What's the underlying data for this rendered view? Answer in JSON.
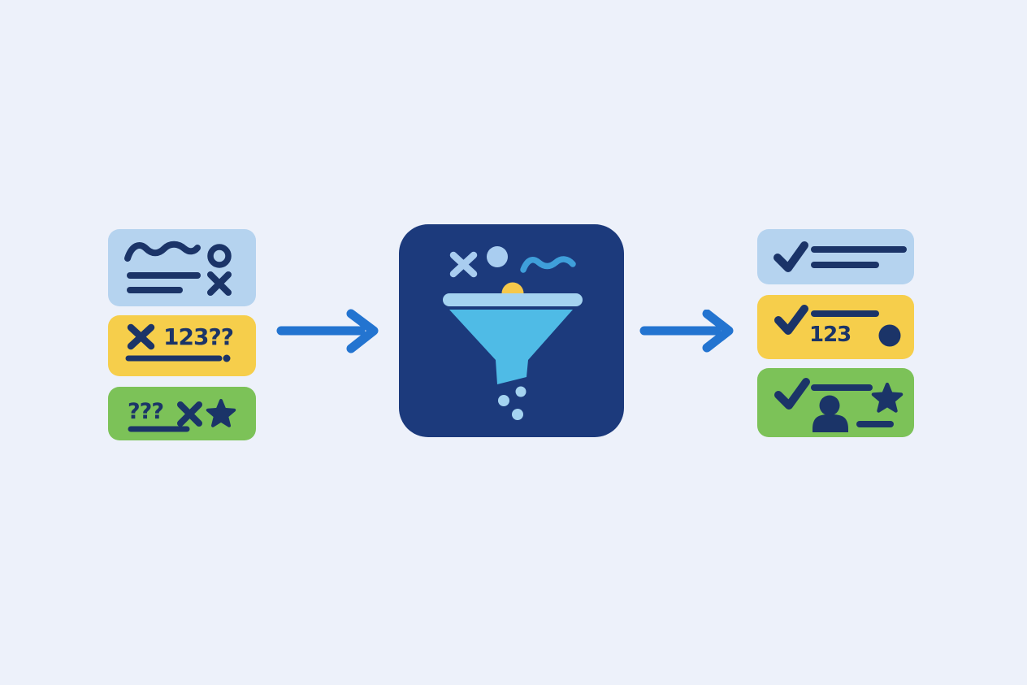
{
  "diagram": {
    "name": "data-cleaning-funnel",
    "description": "Messy input cards flow through a funnel into clean validated output cards"
  },
  "colors": {
    "background": "#edf1fa",
    "navy_symbol": "#1b3468",
    "funnel_box_bg": "#1c3a7c",
    "card_blue": "#b5d3ef",
    "card_yellow": "#f6ce4b",
    "card_green": "#7cc258",
    "funnel_body_blue": "#4fbbe6",
    "funnel_bar_light_blue": "#a5d3f0",
    "funnel_symbol_light_blue": "#a9cdf0",
    "funnel_squiggle_blue": "#3f9fda",
    "funnel_half_circle_yellow": "#f6c84a",
    "arrow_blue": "#2374d0"
  },
  "input_cards": [
    {
      "variant": "blue",
      "symbols": [
        "squiggle-icon",
        "circle-outline-icon",
        "text-line-icon",
        "text-line-icon",
        "x-icon"
      ]
    },
    {
      "variant": "yellow",
      "text": "123??",
      "symbols": [
        "x-icon",
        "underline-icon",
        "dot-icon"
      ]
    },
    {
      "variant": "green",
      "text": "???",
      "symbols": [
        "underline-icon",
        "x-icon",
        "star-icon"
      ]
    }
  ],
  "funnel": {
    "symbols": [
      "x-icon",
      "dot-icon",
      "squiggle-icon",
      "half-circle-icon",
      "funnel-icon",
      "droplet-icon",
      "droplet-icon",
      "droplet-icon"
    ]
  },
  "output_cards": [
    {
      "variant": "blue",
      "symbols": [
        "check-icon",
        "text-line-icon",
        "text-line-icon"
      ]
    },
    {
      "variant": "yellow",
      "text": "123",
      "symbols": [
        "check-icon",
        "text-line-icon",
        "dot-icon"
      ]
    },
    {
      "variant": "green",
      "symbols": [
        "check-icon",
        "text-line-icon",
        "person-icon",
        "star-icon",
        "text-line-icon"
      ]
    }
  ],
  "arrows": [
    {
      "name": "input-to-funnel",
      "direction": "right"
    },
    {
      "name": "funnel-to-output",
      "direction": "right"
    }
  ]
}
